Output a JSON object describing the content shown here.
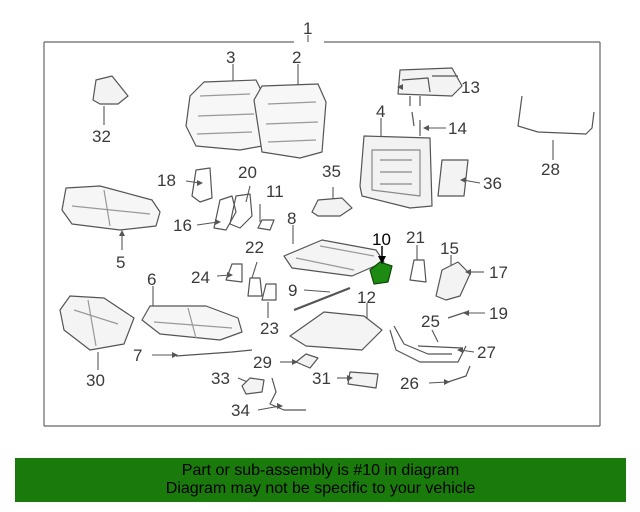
{
  "callouts": {
    "c1": "1",
    "c2": "2",
    "c3": "3",
    "c4": "4",
    "c5": "5",
    "c6": "6",
    "c7": "7",
    "c8": "8",
    "c9": "9",
    "c10": "10",
    "c11": "11",
    "c12": "12",
    "c13": "13",
    "c14": "14",
    "c15": "15",
    "c16": "16",
    "c17": "17",
    "c18": "18",
    "c19": "19",
    "c20": "20",
    "c21": "21",
    "c22": "22",
    "c23": "23",
    "c24": "24",
    "c25": "25",
    "c26": "26",
    "c27": "27",
    "c28": "28",
    "c29": "29",
    "c30": "30",
    "c31": "31",
    "c32": "32",
    "c33": "33",
    "c34": "34",
    "c35": "35",
    "c36": "36"
  },
  "highlight_part": "10",
  "banner": {
    "line1": "Part or sub-assembly is #10 in diagram",
    "line2": "Diagram may not be specific to your vehicle"
  },
  "colors": {
    "banner_bg": "#1a7a0c",
    "highlight_part": "#1d8a12",
    "line": "#555555"
  }
}
